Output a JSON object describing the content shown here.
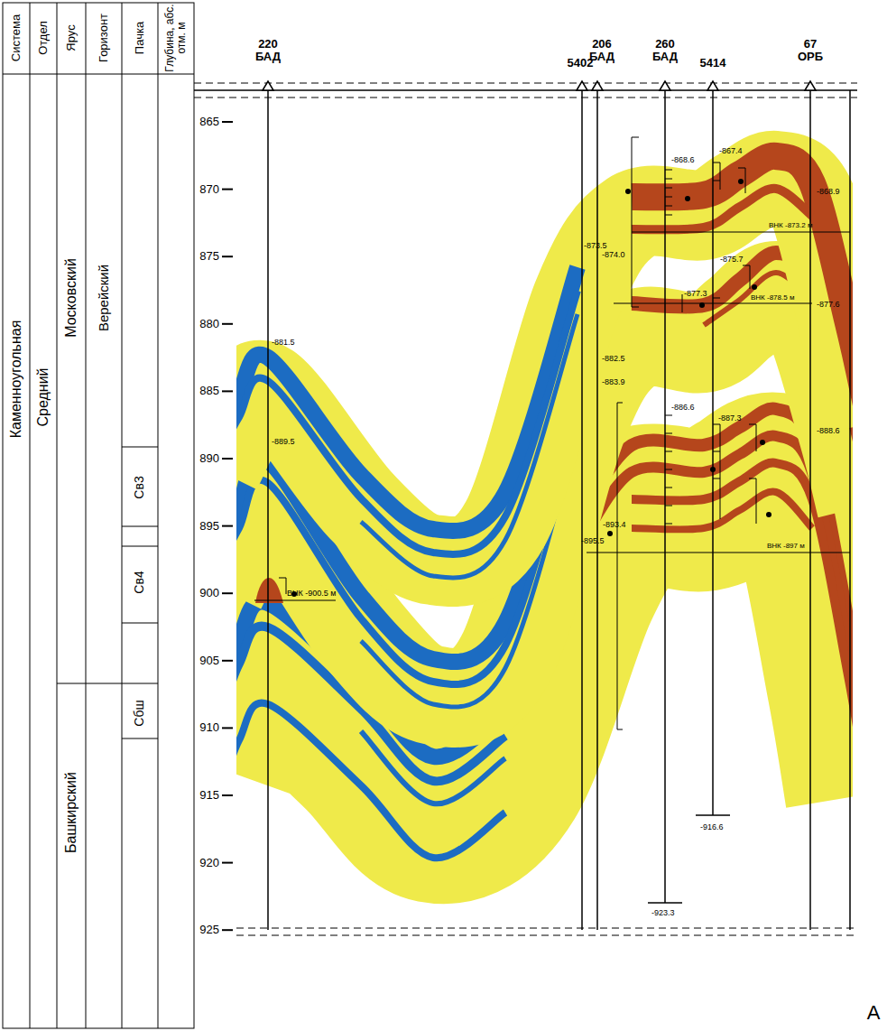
{
  "diagram": {
    "labels": [
      "Система",
      "Отдел",
      "Ярус",
      "Горизонт",
      "Пачка",
      "Глубина, абс. отм. м",
      "Каменноугольная",
      "Средний",
      "Московский",
      "Башкирский",
      "Верейский",
      "Св3",
      "Св4",
      "Сбш",
      "865",
      "870",
      "875",
      "880",
      "885",
      "890",
      "895",
      "900",
      "905",
      "910",
      "915",
      "920",
      "925",
      "220 БАД",
      "5402",
      "206 БАД",
      "260 БАД",
      "5414",
      "67 ОРБ",
      "-881.5",
      "-889.5",
      "-868.6",
      "-867.4",
      "-868.9",
      "-874.0",
      "-873.5",
      "-877.3",
      "-875.7",
      "-877.6",
      "-882.5",
      "-883.9",
      "-886.6",
      "-887.3",
      "-888.6",
      "-895.5",
      "-893.4",
      "ВНК -873.2 м",
      "ВНК -878.5 м",
      "ВНК -897 м",
      "ВНК -900.5 м",
      "-916.6",
      "-923.3",
      "A"
    ]
  }
}
